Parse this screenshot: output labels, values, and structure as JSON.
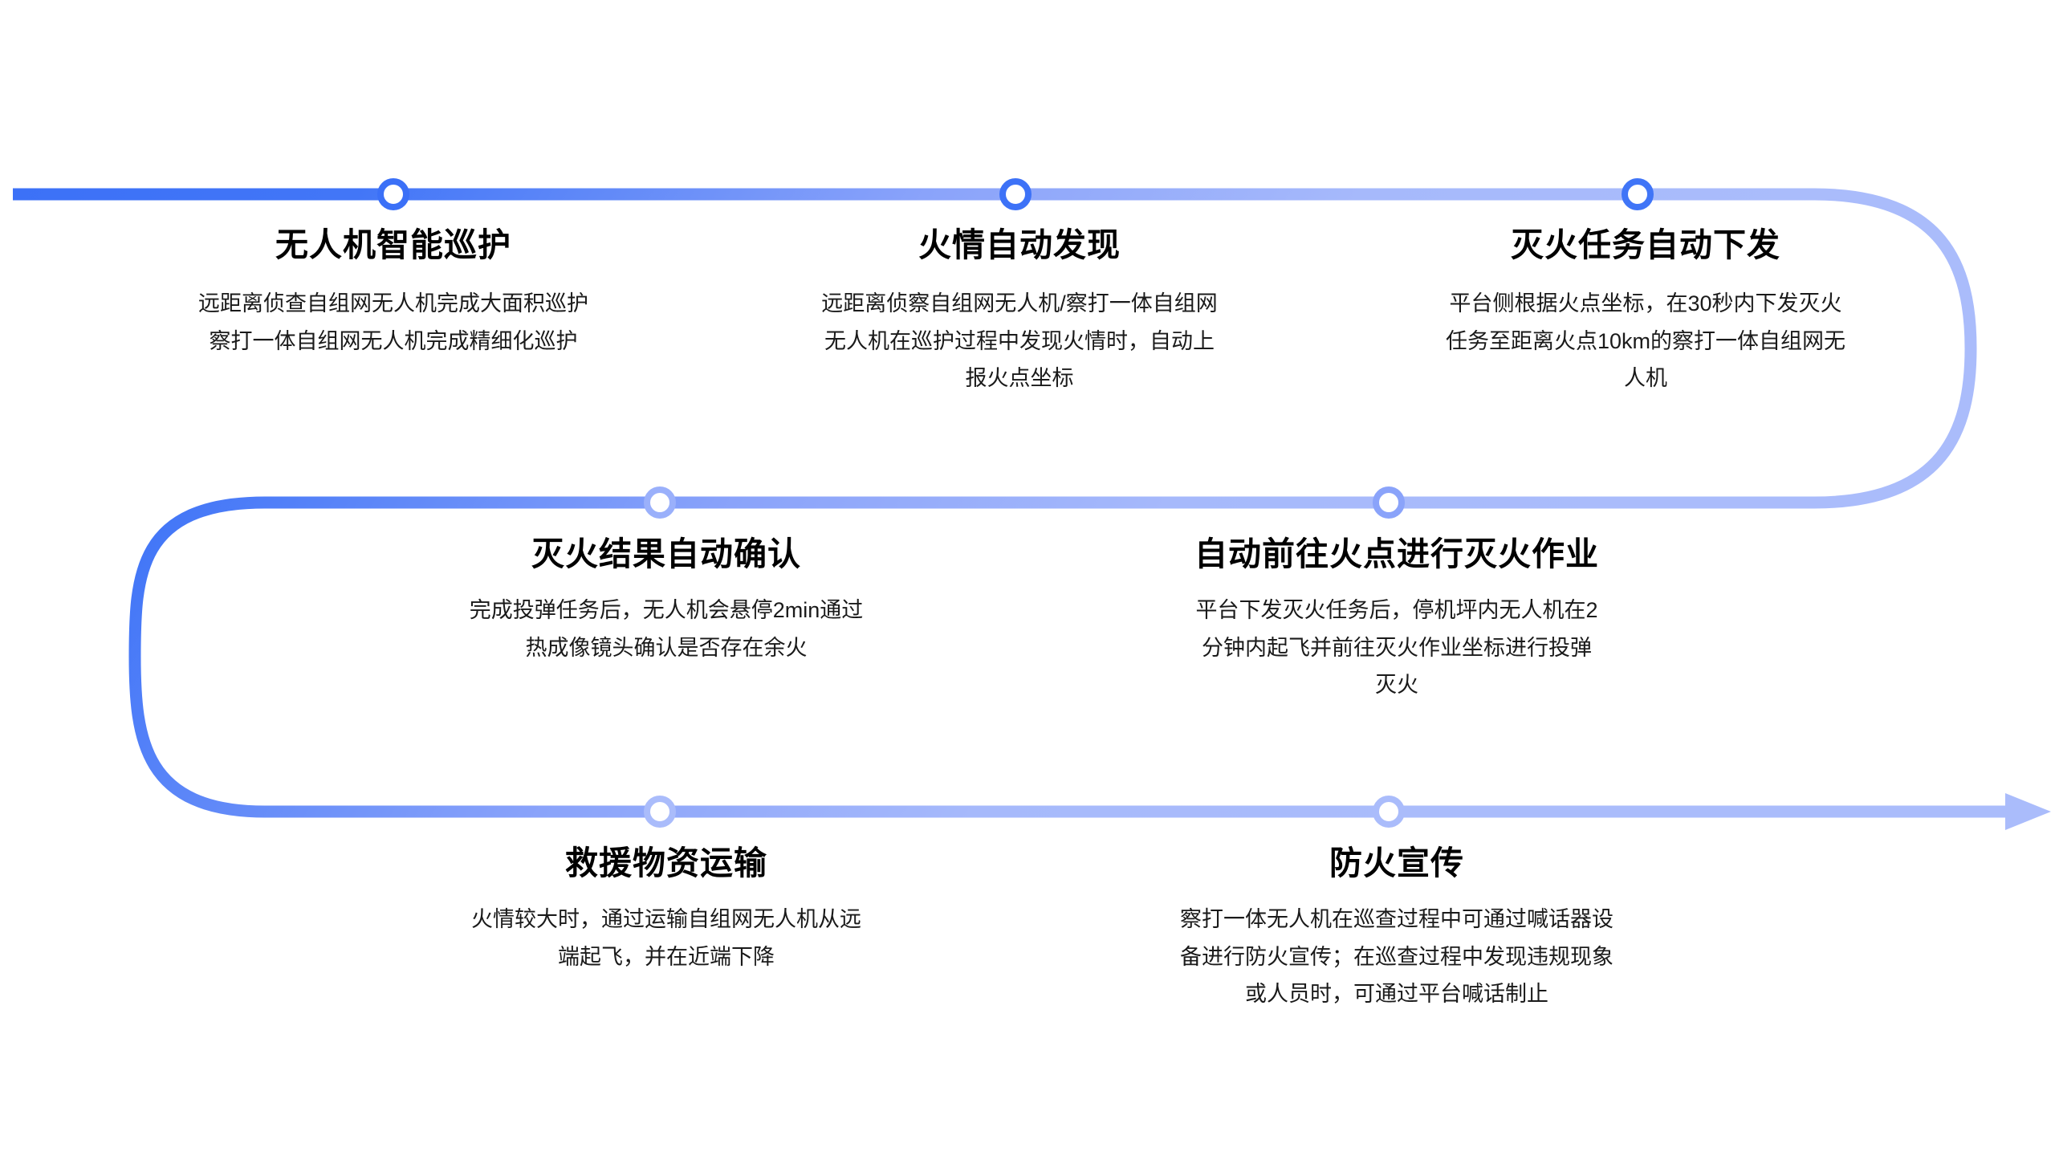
{
  "theme": {
    "background": "#ffffff",
    "line_color_start": "#3b70f7",
    "line_color_end": "#aabcfb",
    "node_fill": "#ffffff",
    "title_color": "#000000",
    "desc_color": "#1a1a1a"
  },
  "flow": {
    "name": "drone-forest-fire-workflow",
    "direction": "serpentine-left-to-right",
    "node_count": 7,
    "steps": [
      {
        "index": 1,
        "title": "无人机智能巡护",
        "desc_lines": [
          "远距离侦查自组网无人机完成大面积巡护",
          "察打一体自组网无人机完成精细化巡护"
        ]
      },
      {
        "index": 2,
        "title": "火情自动发现",
        "desc_lines": [
          "远距离侦察自组网无人机/察打一体自组网",
          "无人机在巡护过程中发现火情时，自动上",
          "报火点坐标"
        ]
      },
      {
        "index": 3,
        "title": "灭火任务自动下发",
        "desc_lines": [
          "平台侧根据火点坐标，在30秒内下发灭火",
          "任务至距离火点10km的察打一体自组网无",
          "人机"
        ]
      },
      {
        "index": 4,
        "title": "灭火结果自动确认",
        "desc_lines": [
          "完成投弹任务后，无人机会悬停2min通过",
          "热成像镜头确认是否存在余火"
        ]
      },
      {
        "index": 5,
        "title": "自动前往火点进行灭火作业",
        "desc_lines": [
          "平台下发灭火任务后，停机坪内无人机在2",
          "分钟内起飞并前往灭火作业坐标进行投弹",
          "灭火"
        ]
      },
      {
        "index": 6,
        "title": "救援物资运输",
        "desc_lines": [
          "火情较大时，通过运输自组网无人机从远",
          "端起飞，并在近端下降"
        ]
      },
      {
        "index": 7,
        "title": "防火宣传",
        "desc_lines": [
          "察打一体无人机在巡查过程中可通过喊话器设",
          "备进行防火宣传；在巡查过程中发现违规现象",
          "或人员时，可通过平台喊话制止"
        ]
      }
    ]
  }
}
